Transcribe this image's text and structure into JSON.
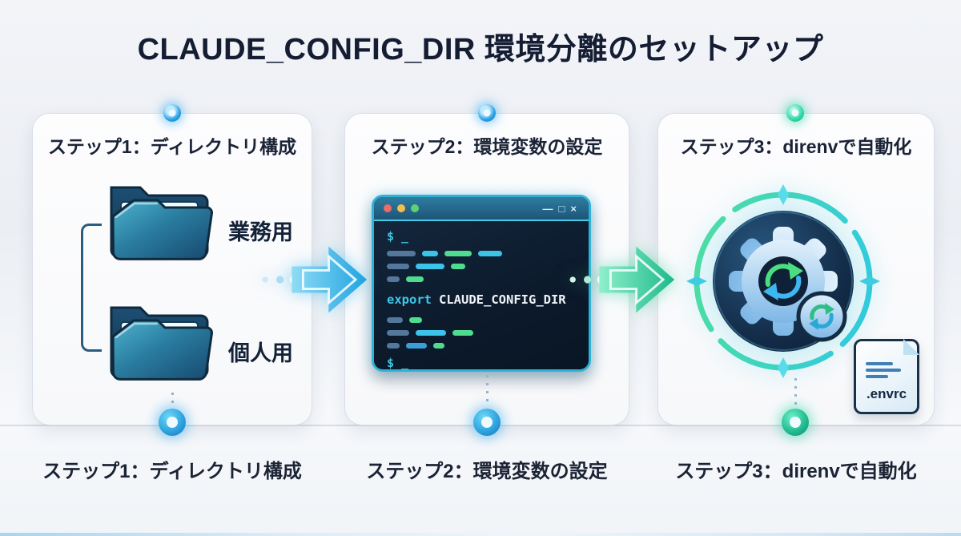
{
  "title": "CLAUDE_CONFIG_DIR 環境分離のセットアップ",
  "steps": [
    {
      "header": "ステップ1：ディレクトリ構成",
      "caption": "ステップ1：ディレクトリ構成",
      "folders": [
        {
          "label": "業務用"
        },
        {
          "label": "個人用"
        }
      ],
      "accent_color": "#2aa0e4"
    },
    {
      "header": "ステップ2：環境変数の設定",
      "caption": "ステップ2：環境変数の設定",
      "terminal": {
        "prompt_top": "$ _",
        "prompt_bottom": "$ _",
        "keyword": "export",
        "variable": "CLAUDE_CONFIG_DIR",
        "controls": [
          "—",
          "□",
          "×"
        ]
      },
      "accent_color": "#2aa0e4"
    },
    {
      "header": "ステップ3：direnvで自動化",
      "caption": "ステップ3：direnvで自動化",
      "file_label": ".envrc",
      "accent_color": "#2bd6a2"
    }
  ],
  "icons": {
    "step1": "folder-icon",
    "step2": "terminal-window-icon",
    "step3": "gear-sync-icon",
    "file": "document-icon"
  },
  "colors": {
    "title_text": "#151d33",
    "arrow_blue": "#1fa3e0",
    "arrow_green": "#1db98a",
    "terminal_border": "#2fb2d6",
    "terminal_keyword": "#3fc6e8",
    "terminal_text": "#eef3f8"
  }
}
